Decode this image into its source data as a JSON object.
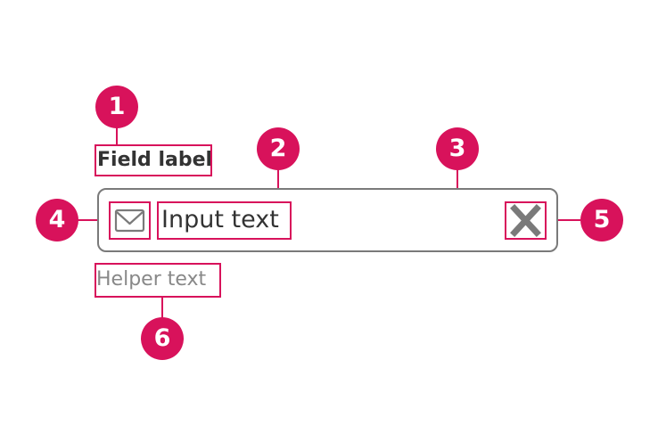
{
  "field": {
    "label": "Field label",
    "input_value": "Input text",
    "helper_text": "Helper text"
  },
  "icons": {
    "leading": "envelope-icon",
    "trailing": "close-icon"
  },
  "callouts": [
    "1",
    "2",
    "3",
    "4",
    "5",
    "6"
  ],
  "colors": {
    "accent": "#d8125b",
    "border": "#7a7a7a",
    "text": "#333333",
    "helper": "#888888"
  }
}
